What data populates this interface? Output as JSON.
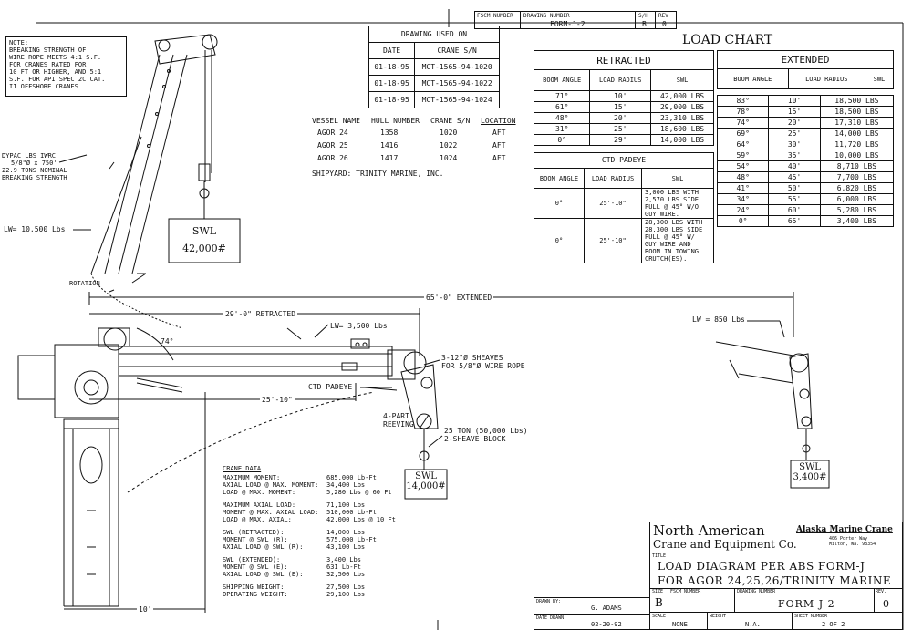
{
  "header": {
    "fscm_label": "FSCM NUMBER",
    "drawing_number_label": "DRAWING NUMBER",
    "drawing_number_value": "FORM-J-2",
    "sh_label": "S/H",
    "sh_value": "B",
    "rev_label": "REV",
    "rev_value": "0"
  },
  "note": {
    "title": "NOTE:",
    "lines": [
      "BREAKING STRENGTH OF",
      "WIRE ROPE MEETS 4:1 S.F.",
      "FOR CRANES RATED FOR",
      "10 FT OR HIGHER, AND 5:1",
      "S.F. FOR API SPEC 2C CAT.",
      "II OFFSHORE CRANES."
    ]
  },
  "drawing_used": {
    "title": "DRAWING USED ON",
    "col_date": "DATE",
    "col_crane": "CRANE S/N",
    "rows": [
      [
        "01-18-95",
        "MCT-1565-94-1020"
      ],
      [
        "01-18-95",
        "MCT-1565-94-1022"
      ],
      [
        "01-18-95",
        "MCT-1565-94-1024"
      ]
    ]
  },
  "vessels": {
    "headers": [
      "VESSEL NAME",
      "HULL NUMBER",
      "CRANE S/N",
      "LOCATION"
    ],
    "rows": [
      [
        "AGOR 24",
        "1358",
        "1020",
        "AFT"
      ],
      [
        "AGOR 25",
        "1416",
        "1022",
        "AFT"
      ],
      [
        "AGOR 26",
        "1417",
        "1024",
        "AFT"
      ]
    ],
    "shipyard": "SHIPYARD: TRINITY MARINE, INC."
  },
  "load_chart": {
    "title": "LOAD CHART",
    "retracted_label": "RETRACTED",
    "extended_label": "EXTENDED",
    "col_boom_angle": "BOOM ANGLE",
    "col_load_radius": "LOAD RADIUS",
    "col_swl": "SWL",
    "retracted": [
      [
        "71°",
        "10'",
        "42,000 LBS"
      ],
      [
        "61°",
        "15'",
        "29,000 LBS"
      ],
      [
        "48°",
        "20'",
        "23,310 LBS"
      ],
      [
        "31°",
        "25'",
        "18,600 LBS"
      ],
      [
        "0°",
        "29'",
        "14,000 LBS"
      ]
    ],
    "extended": [
      [
        "83°",
        "10'",
        "18,500 LBS"
      ],
      [
        "78°",
        "15'",
        "18,500 LBS"
      ],
      [
        "74°",
        "20'",
        "17,310 LBS"
      ],
      [
        "69°",
        "25'",
        "14,000 LBS"
      ],
      [
        "64°",
        "30'",
        "11,720 LBS"
      ],
      [
        "59°",
        "35'",
        "10,000 LBS"
      ],
      [
        "54°",
        "40'",
        "8,710 LBS"
      ],
      [
        "48°",
        "45'",
        "7,700 LBS"
      ],
      [
        "41°",
        "50'",
        "6,820 LBS"
      ],
      [
        "34°",
        "55'",
        "6,000 LBS"
      ],
      [
        "24°",
        "60'",
        "5,280 LBS"
      ],
      [
        "0°",
        "65'",
        "3,400 LBS"
      ]
    ],
    "padeye_label": "CTD PADEYE",
    "padeye": [
      {
        "angle": "0°",
        "radius": "25'-10\"",
        "swl": [
          "3,000 LBS WITH",
          "2,570 LBS SIDE",
          "PULL @ 45° W/O",
          "GUY WIRE."
        ]
      },
      {
        "angle": "0°",
        "radius": "25'-10\"",
        "swl": [
          "28,300 LBS WITH",
          "28,300 LBS SIDE",
          "PULL @ 45° W/",
          "GUY WIRE AND",
          "BOOM IN TOWING",
          "CRUTCH(ES)."
        ]
      }
    ]
  },
  "labels": {
    "dypac": [
      "DYPAC LBS IWRC",
      "5/8\"Ø x 750'",
      "22.9 TONS NOMINAL",
      "BREAKING STRENGTH"
    ],
    "lw_left": "LW= 10,500 Lbs",
    "swl_label": "SWL",
    "swl_top": "42,000#",
    "swl_mid": "14,000#",
    "swl_right": "3,400#",
    "rotation": "ROTATION",
    "extended_dim": "65'-0\" EXTENDED",
    "retracted_dim": "29'-0\" RETRACTED",
    "lw_boom": "LW= 3,500 Lbs",
    "angle_74": "74°",
    "sheaves": [
      "3-12\"Ø SHEAVES",
      "FOR 5/8\"Ø WIRE ROPE"
    ],
    "ctd_padeye": "CTD PADEYE",
    "dim_25_10": "25'-10\"",
    "reeving": [
      "4-PART",
      "REEVING"
    ],
    "block": [
      "25 TON (50,000 Lbs)",
      "2-SHEAVE BLOCK"
    ],
    "lw_right": "LW = 850 Lbs",
    "dim_10": "10'"
  },
  "crane_data": {
    "title": "CRANE DATA",
    "groups": [
      [
        [
          "MAXIMUM MOMENT:",
          "685,000 Lb-Ft"
        ],
        [
          "AXIAL LOAD @ MAX. MOMENT:",
          "34,400 Lbs"
        ],
        [
          "LOAD @ MAX. MOMENT:",
          "5,280 Lbs @ 60 Ft"
        ]
      ],
      [
        [
          "MAXIMUM AXIAL LOAD:",
          "71,100 Lbs"
        ],
        [
          "MOMENT @ MAX. AXIAL LOAD:",
          "510,000 Lb-Ft"
        ],
        [
          "LOAD @ MAX. AXIAL:",
          "42,000 Lbs @ 10 Ft"
        ]
      ],
      [
        [
          "SWL (RETRACTED):",
          "14,000 Lbs"
        ],
        [
          "MOMENT @ SWL (R):",
          "575,000 Lb-Ft"
        ],
        [
          "AXIAL LOAD @ SWL (R):",
          "43,100 Lbs"
        ]
      ],
      [
        [
          "SWL (EXTENDED):",
          "3,400 Lbs"
        ],
        [
          "MOMENT @ SWL (E):",
          "631 Lb-Ft"
        ],
        [
          "AXIAL LOAD @ SWL (E):",
          "32,500 Lbs"
        ]
      ],
      [
        [
          "SHIPPING WEIGHT:",
          "27,500 Lbs"
        ],
        [
          "OPERATING WEIGHT:",
          "29,100 Lbs"
        ]
      ]
    ]
  },
  "title_block": {
    "company_line1": "North American",
    "company_line2": "Crane and Equipment Co.",
    "division": "Alaska Marine Crane",
    "address": [
      "406 Porter Way",
      "Milton, Wa. 98354"
    ],
    "title_label": "TITLE",
    "title_line1": "LOAD DIAGRAM PER ABS FORM-J",
    "title_line2": "FOR AGOR 24,25,26/TRINITY MARINE",
    "drawn_by_label": "DRAWN BY:",
    "drawn_by": "G. ADAMS",
    "date_drawn_label": "DATE DRAWN:",
    "date_drawn": "02-20-92",
    "size_label": "SIZE",
    "size": "B",
    "fscm_label": "FSCM NUMBER",
    "dwg_label": "DRAWING NUMBER",
    "dwg": "FORM J 2",
    "rev_label": "REV.",
    "rev": "0",
    "scale_label": "SCALE",
    "scale": "NONE",
    "weight_label": "WEIGHT",
    "weight": "N.A.",
    "sheet_label": "SHEET NUMBER",
    "sheet": "2 OF 2"
  }
}
